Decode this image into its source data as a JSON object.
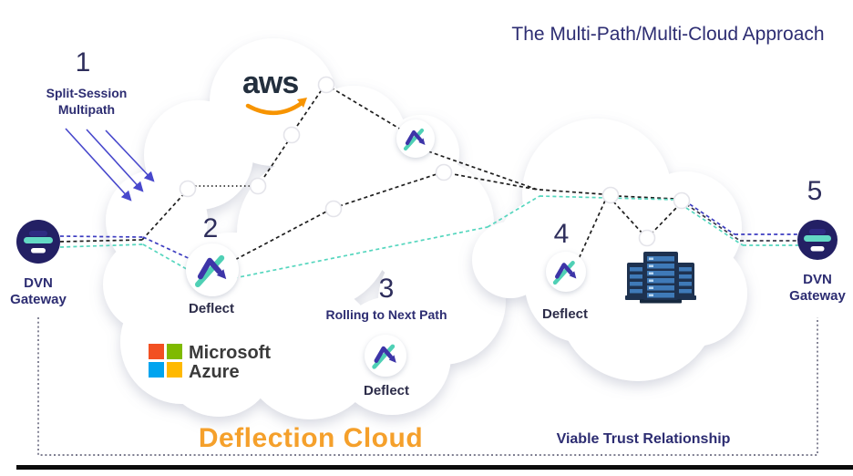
{
  "title": "The Multi-Path/Multi-Cloud Approach",
  "steps": {
    "one": {
      "number": "1",
      "line1": "Split-Session",
      "line2": "Multipath"
    },
    "two": {
      "number": "2",
      "label": "Deflect"
    },
    "three": {
      "number": "3",
      "label": "Rolling to Next Path",
      "deflect": "Deflect"
    },
    "four": {
      "number": "4",
      "label": "Deflect"
    },
    "five": {
      "number": "5"
    }
  },
  "gateway_left": {
    "line1": "DVN",
    "line2": "Gateway"
  },
  "gateway_right": {
    "line1": "DVN",
    "line2": "Gateway"
  },
  "logos": {
    "aws": "aws",
    "microsoft": "Microsoft",
    "azure": "Azure"
  },
  "cloud_label": "Deflection Cloud",
  "trust_label": "Viable Trust Relationship",
  "colors": {
    "navy_text": "#2d2d72",
    "indigo_arrow": "#4848cc",
    "teal_dash": "#55d6be",
    "navy_dash": "#3c3cc0",
    "black_dash": "#1f1f1f",
    "orange_label": "#f5a02b",
    "aws_orange": "#f79400",
    "gateway_fill": "#232064",
    "gateway_teal_bar": "#63d9c4",
    "deflect_arrow_navy": "#3d35a8",
    "deflect_teal": "#4fd0b5",
    "ms_red": "#f25022",
    "ms_green": "#7fba00",
    "ms_blue": "#00a4ef",
    "ms_yellow": "#ffb900",
    "server_dark": "#1e3250",
    "server_blue": "#3f7ab8"
  }
}
